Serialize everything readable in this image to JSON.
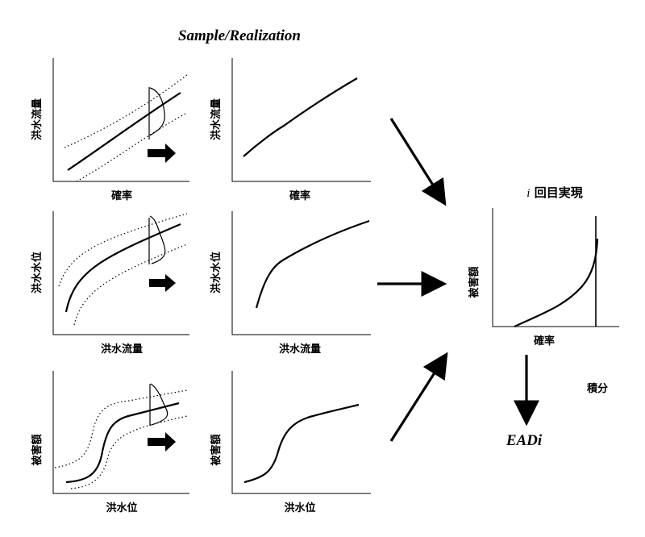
{
  "title": "Sample/Realization",
  "panels": {
    "row1": {
      "ylabel": "洪水流量",
      "xlabel": "確率"
    },
    "row2": {
      "ylabel": "洪水水位",
      "xlabel": "洪水流量"
    },
    "row3": {
      "ylabel": "被害額",
      "xlabel": "洪水位"
    }
  },
  "result": {
    "title_italic": "i",
    "title_rest": " 回目実現",
    "ylabel": "被害額",
    "xlabel": "確率"
  },
  "integral_label": "積分",
  "output_label": "EADi"
}
